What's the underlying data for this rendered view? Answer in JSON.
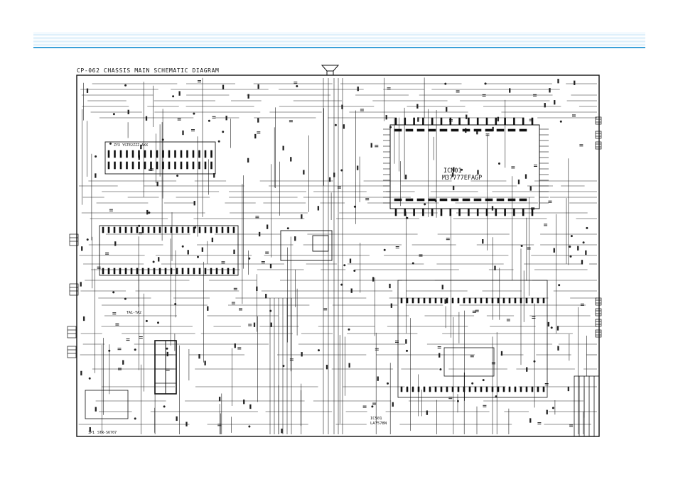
{
  "header": {
    "accent_color": "#3aa0d8",
    "stripe_color": "#dbeefa"
  },
  "diagram": {
    "title": "CP-062 CHASSIS MAIN SCHEMATIC DIAGRAM",
    "ic_main_ref": "ICN01",
    "ic_main_part": "M37777EFAGP",
    "ic_eeprom": "ZYX YSTE2ZZZ-AXX",
    "ic_video": "TA1-TA2",
    "ic_lower": "LA7578N",
    "ic_lower_ref": "IC501",
    "ic_bottom_left": "STR-S6707",
    "ic_bottom_left_ref": "IP1"
  }
}
